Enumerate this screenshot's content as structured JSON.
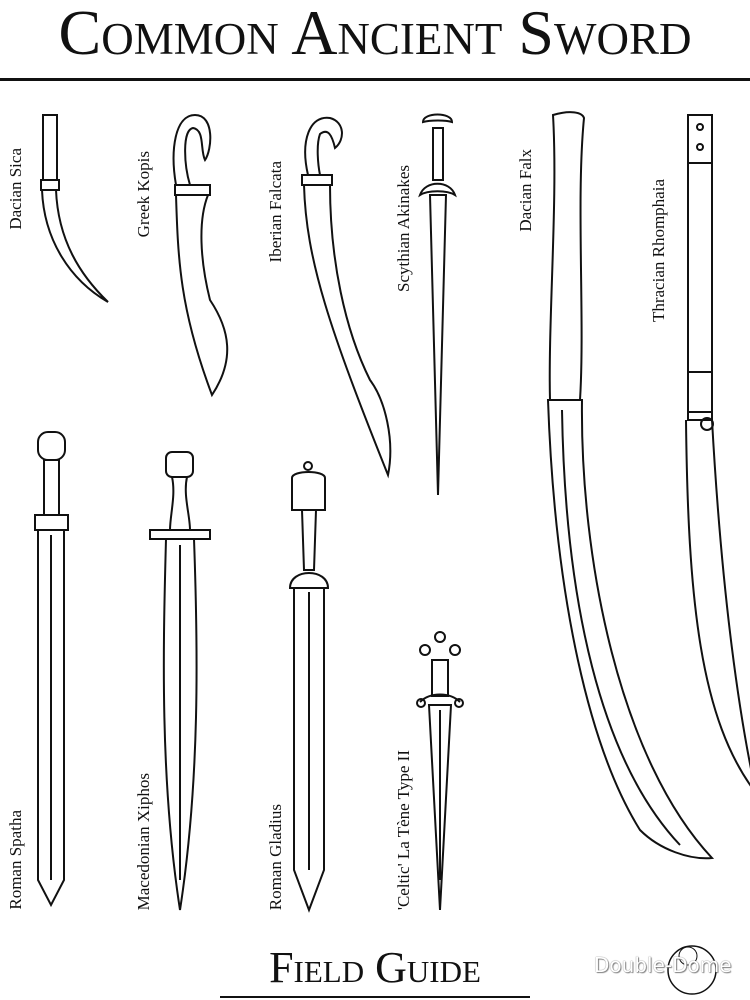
{
  "header": {
    "title": "Common Ancient Sword"
  },
  "swords": [
    {
      "name": "Dacian Sica"
    },
    {
      "name": "Greek Kopis"
    },
    {
      "name": "Iberian Falcata"
    },
    {
      "name": "Scythian Akinakes"
    },
    {
      "name": "Dacian Falx"
    },
    {
      "name": "Thracian Rhomphaia"
    },
    {
      "name": "Roman Spatha"
    },
    {
      "name": "Macedonian Xiphos"
    },
    {
      "name": "Roman Gladius"
    },
    {
      "name": "'Celtic' La Tène Type II"
    }
  ],
  "footer": {
    "title": "Field Guide"
  },
  "watermark": {
    "brand": "Double-Dome",
    "logo_text": "Double Dome"
  }
}
